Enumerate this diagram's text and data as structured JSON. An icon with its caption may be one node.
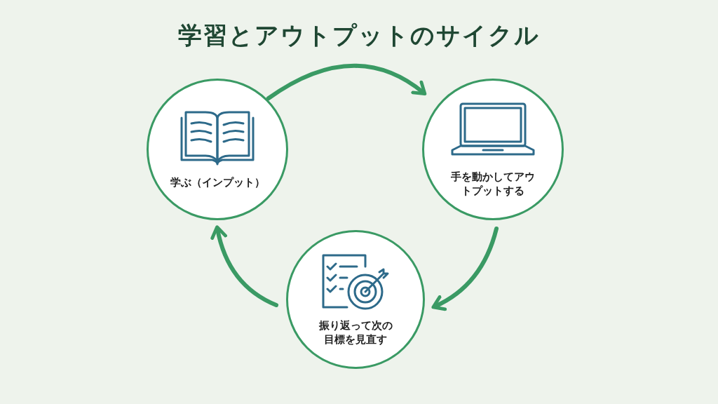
{
  "diagram": {
    "title": "学習とアウトプットのサイクル",
    "nodes": [
      {
        "text": [
          "学ぶ（インプット）"
        ]
      },
      {
        "text": [
          "手を動かしてアウトプットする"
        ]
      },
      {
        "text": [
          "振り返って次の目標を見直す"
        ]
      }
    ],
    "edges": [
      {
        "from": 0,
        "to": 1,
        "arrow": "to"
      },
      {
        "from": 1,
        "to": 2,
        "arrow": "to"
      },
      {
        "from": 2,
        "to": 0,
        "arrow": "to"
      }
    ]
  }
}
